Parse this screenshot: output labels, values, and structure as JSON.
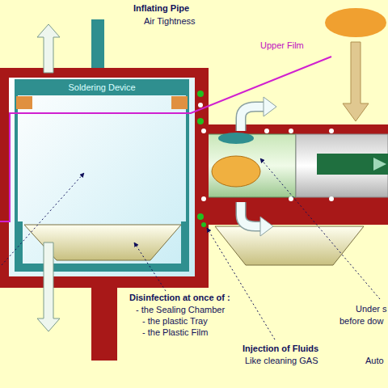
{
  "diagram": {
    "nodes": [
      {
        "text": [
          "Soldering Device"
        ]
      }
    ],
    "labels": [
      "Inflating Pipe",
      "Air Tightness",
      "Upper Film",
      "Disinfection at once of :",
      "- the Sealing Chamber",
      "- the plastic Tray",
      "- the Plastic Film",
      "Injection of Fluids",
      "Like cleaning GAS",
      "Under s",
      "before dow",
      "Auto"
    ]
  }
}
